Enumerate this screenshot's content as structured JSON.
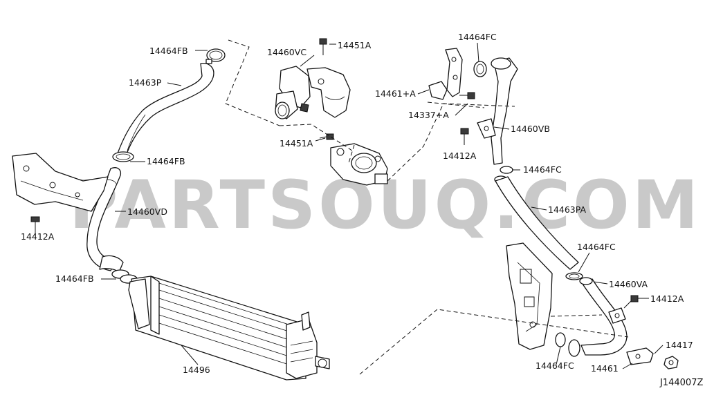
{
  "watermark": "PARTSOUQ.COM",
  "diagram_ref": "J144007Z",
  "labels": {
    "l_14464FB_top": "14464FB",
    "l_14463P": "14463P",
    "l_14464FB_mid": "14464FB",
    "l_14460VD": "14460VD",
    "l_14412A_left": "14412A",
    "l_14464FB_low": "14464FB",
    "l_14496": "14496",
    "l_14460VC": "14460VC",
    "l_14451A_top": "14451A",
    "l_14451A_mid": "14451A",
    "l_14464FC_top": "14464FC",
    "l_14461A": "14461+A",
    "l_14337A": "14337+A",
    "l_14460VB": "14460VB",
    "l_14412A_mid": "14412A",
    "l_14464FC_mid": "14464FC",
    "l_14463PA": "14463PA",
    "l_14464FC_right": "14464FC",
    "l_14460VA": "14460VA",
    "l_14412A_right": "14412A",
    "l_14417": "14417",
    "l_14464FC_bottom": "14464FC",
    "l_14461": "14461"
  }
}
